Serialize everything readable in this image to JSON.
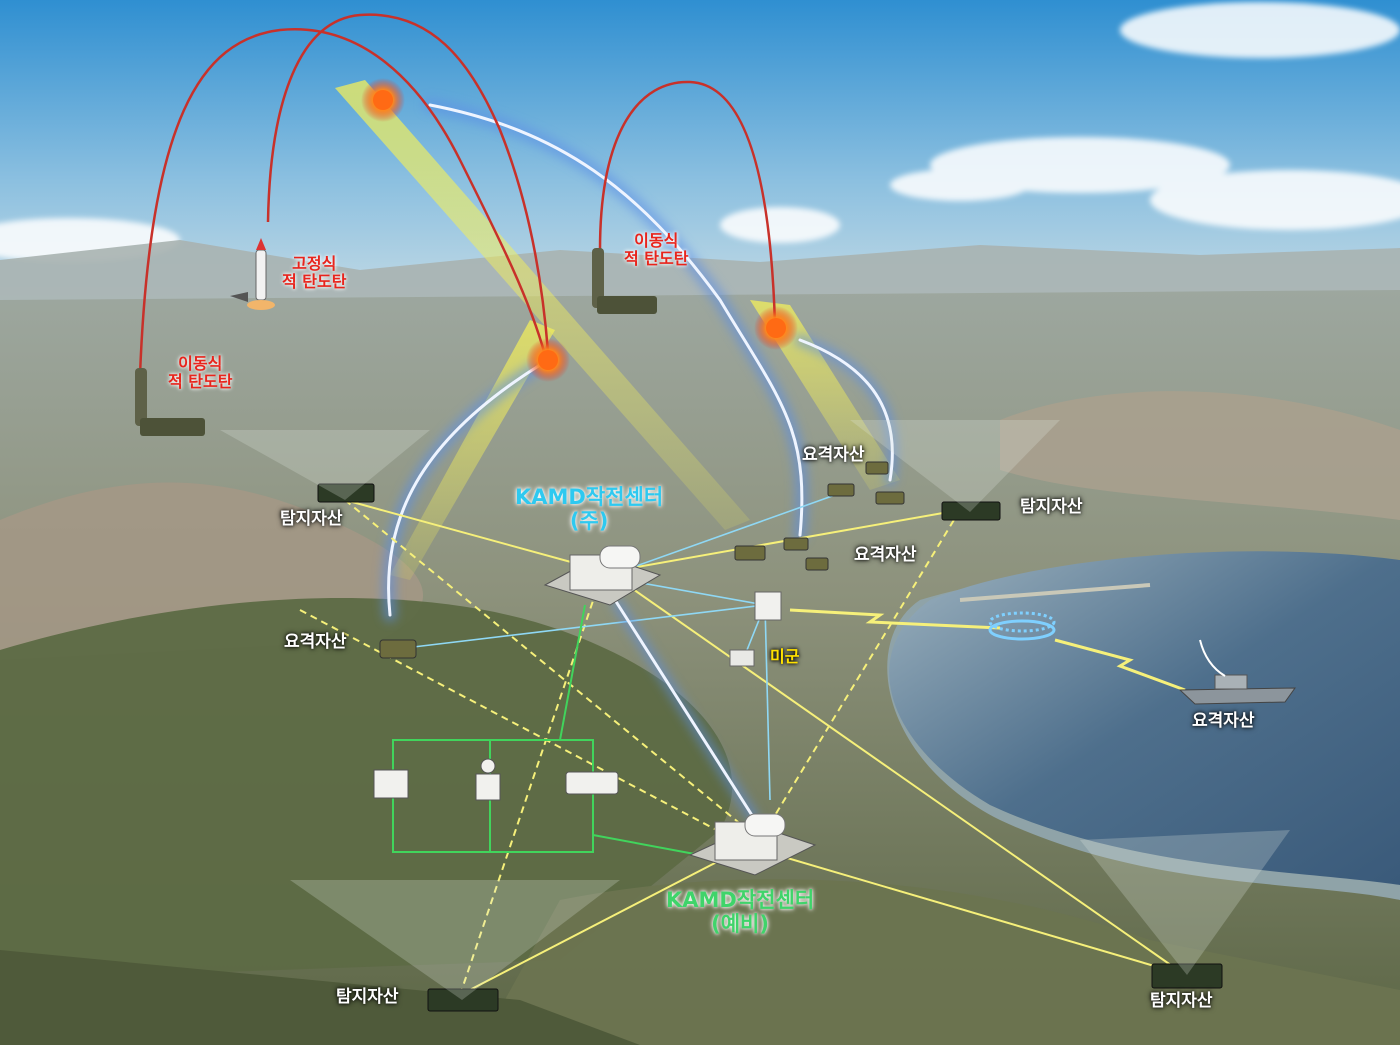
{
  "labels": {
    "fixed_enemy_missile": [
      "고정식",
      "적 탄도탄"
    ],
    "mobile_enemy_missile_left": [
      "이동식",
      "적 탄도탄"
    ],
    "mobile_enemy_missile_center": [
      "이동식",
      "적 탄도탄"
    ],
    "kamd_center_main": [
      "KAMD작전센터",
      "(주)"
    ],
    "kamd_center_backup": [
      "KAMD작전센터",
      "(예비)"
    ],
    "detection_asset": "탐지자산",
    "intercept_asset": "요격자산",
    "us_forces": "미군"
  },
  "colors": {
    "trajectory": "#c8312a",
    "intercept_path": "#5b8ee6",
    "sensor_beam": "#f3ef5a",
    "link_yellow": "#f6f07a",
    "link_cyan": "#8fd8f5",
    "link_green": "#41d45c",
    "kamd_main_label": "#2ec9f0",
    "kamd_backup_label": "#3fd46a",
    "enemy_label": "#e8241c",
    "us_label": "#ffe100"
  }
}
